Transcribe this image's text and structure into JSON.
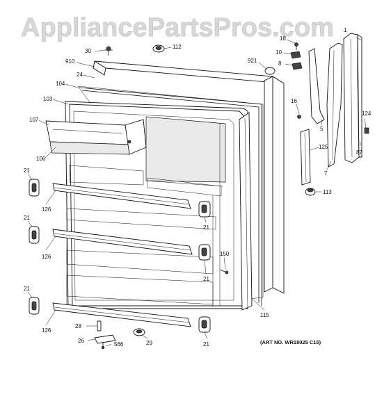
{
  "watermark": {
    "text": "AppliancePartsPros.com"
  },
  "art_number": "(ART NO. WR18025 C15)",
  "callouts": {
    "c1": "1",
    "c18": "18",
    "c10": "10",
    "c8": "8",
    "c921": "921",
    "c30": "30",
    "c112": "112",
    "c910": "910",
    "c24": "24",
    "c104": "104",
    "c103": "103",
    "c107": "107",
    "c106": "106",
    "c16": "16",
    "c5": "5",
    "c124": "124",
    "c87": "87",
    "c125": "125",
    "c7": "7",
    "c113": "113",
    "c21a": "21",
    "c126a": "126",
    "c21b": "21",
    "c21c": "21",
    "c126b": "126",
    "c150": "150",
    "c21d": "21",
    "c21e": "21",
    "c126c": "126",
    "c115": "115",
    "c28": "28",
    "c26": "26",
    "c566": "566",
    "c29": "29",
    "c21f": "21"
  }
}
